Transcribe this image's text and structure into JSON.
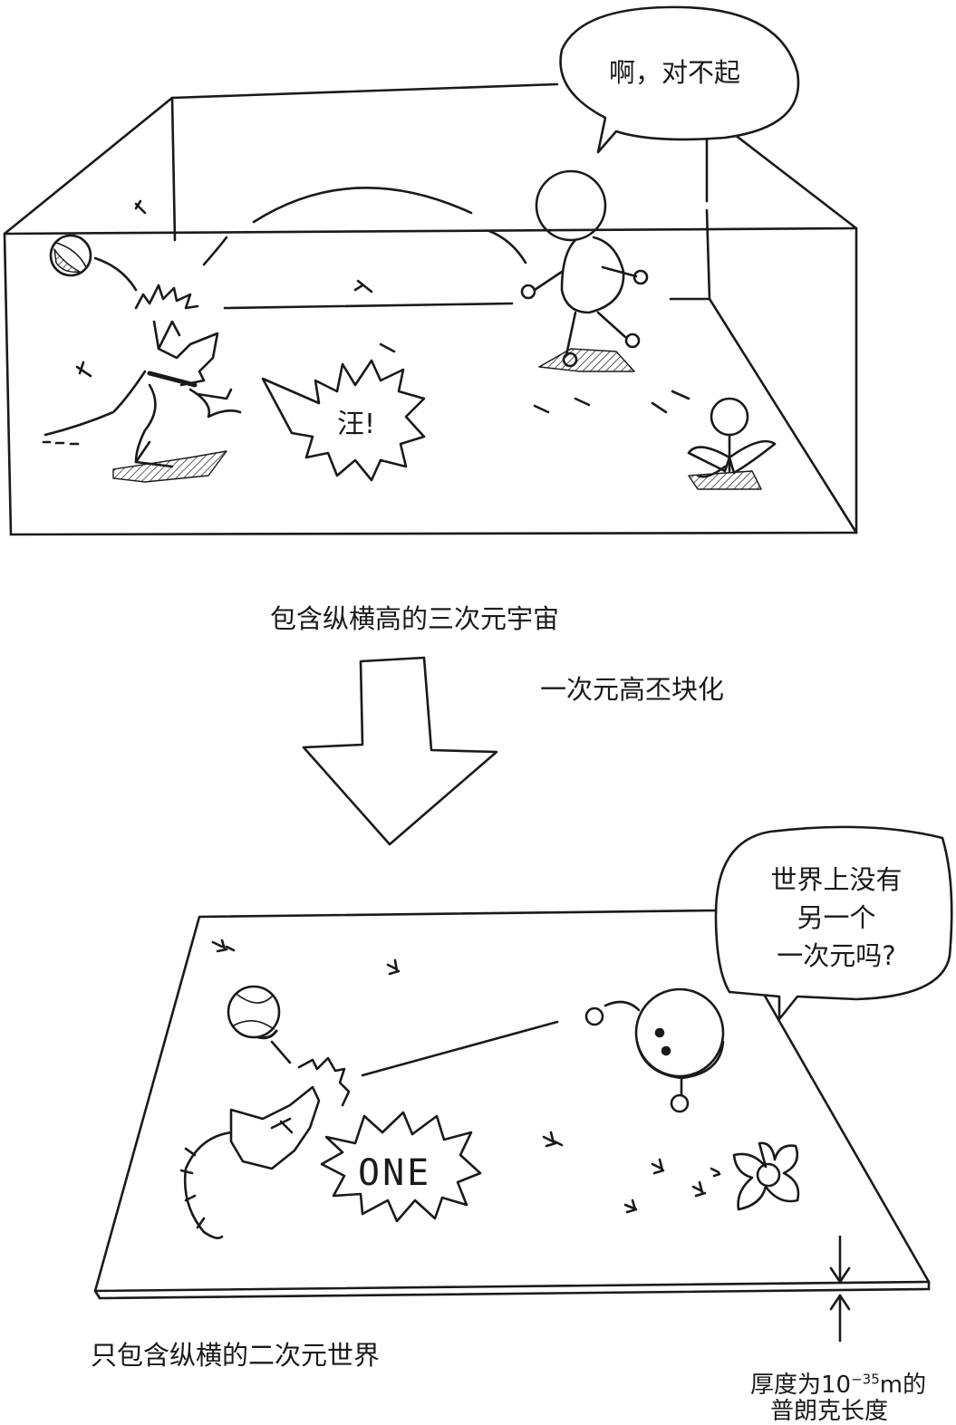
{
  "top_scene": {
    "speech_sorry": "啊，对不起",
    "bark": "汪!",
    "caption": "包含纵横高的三次元宇宙"
  },
  "transition": {
    "label": "一次元高丕块化"
  },
  "bottom_scene": {
    "speech_question_lines": [
      "世界上没有",
      "另一个",
      "一次元吗?"
    ],
    "bark": "ONE",
    "caption": "只包含纵横的二次元世界",
    "thickness_note_line1_prefix": "厚度为10",
    "thickness_note_exponent": "−35",
    "thickness_note_line1_suffix": "m的",
    "thickness_note_line2": "普朗克长度"
  }
}
